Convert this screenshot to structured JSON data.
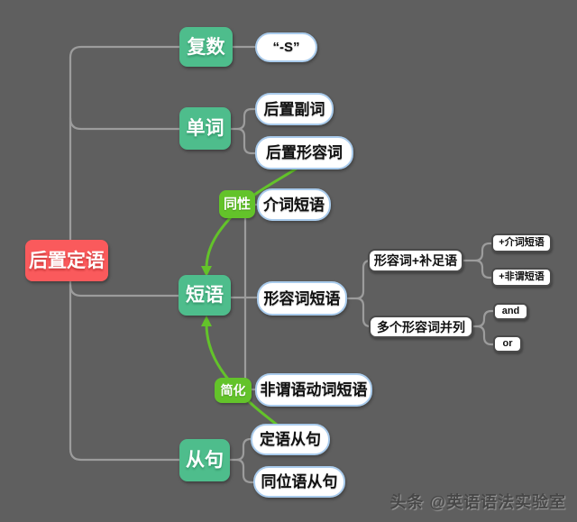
{
  "nodes": {
    "root": "后置定语",
    "plural": "复数",
    "plural_s": "“-S”",
    "word": "单词",
    "post_adverb": "后置副词",
    "post_adjective": "后置形容词",
    "phrase": "短语",
    "prep_phrase": "介词短语",
    "adj_phrase": "形容词短语",
    "nonfinite_verb_phrase": "非谓语动词短语",
    "clause": "从句",
    "attributive_clause": "定语从句",
    "appositive_clause": "同位语从句",
    "adj_plus_complement": "形容词+补足语",
    "plus_prep_phrase": "+介词短语",
    "plus_nonfinite_phrase": "+非谓短语",
    "multiple_adjectives": "多个形容词并列",
    "and": "and",
    "or": "or"
  },
  "relation_labels": {
    "same_nature": "同性",
    "simplify": "简化"
  },
  "watermark": "头条 @英语语法实验室",
  "colors": {
    "background": "#5f5f5f",
    "branch_node_green": "#4ebd8c",
    "root_node_red": "#fa5a5c",
    "relation_green": "#63c32a",
    "connector_gray": "#9c9c9c",
    "leaf_border_blue": "#a9cbec",
    "leaf_border_dark": "#4a4a4a"
  }
}
